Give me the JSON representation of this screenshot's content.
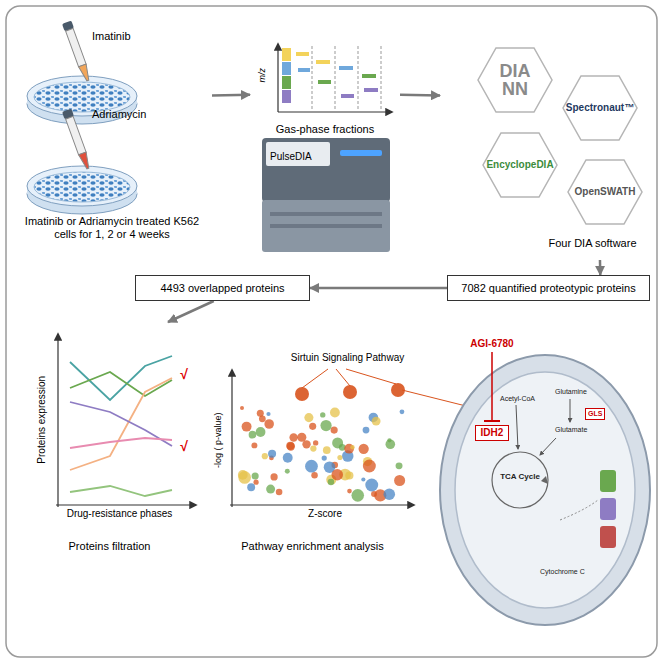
{
  "diagram": {
    "nodes": [
      {
        "text": [
          "Imatinib",
          "Adriamycin",
          "Imatinib or Adriamycin treated K562 cells for 1, 2 or 4 weeks"
        ]
      },
      {
        "text": [
          "Gas-phase fractions",
          "m/z",
          "PulseDIA"
        ]
      },
      {
        "text": [
          "Four DIA software"
        ]
      },
      {
        "text": [
          "DIA NN"
        ],
        "in": 2
      },
      {
        "text": [
          "Spectronaut™"
        ],
        "in": 2
      },
      {
        "text": [
          "EncyclopeDIA"
        ],
        "in": 2
      },
      {
        "text": [
          "OpenSWATH"
        ],
        "in": 2
      },
      {
        "text": [
          "7082 quantified proteotypic proteins"
        ]
      },
      {
        "text": [
          "4493 overlapped proteins"
        ]
      },
      {
        "text": [
          "Proteins expression",
          "Drug-resistance phases",
          "Proteins filtration"
        ]
      },
      {
        "text": [
          "Sirtuin Signaling Pathway",
          "-log ( p-value)",
          "Z-score",
          "Pathway enrichment analysis"
        ]
      },
      {
        "text": [
          "AGI-6780",
          "TCA Cycle",
          "Acetyl-CoA",
          "Glutamine",
          "GLS",
          "Glutamate",
          "IDH2",
          "Cytochrome C"
        ]
      }
    ],
    "edges": [
      {
        "from": 0,
        "to": 1,
        "arrow": "to"
      },
      {
        "from": 1,
        "to": 2,
        "arrow": "to"
      },
      {
        "from": 2,
        "to": 7,
        "arrow": "to"
      },
      {
        "from": 7,
        "to": 8,
        "arrow": "to"
      },
      {
        "from": 8,
        "to": 9,
        "arrow": "to"
      }
    ],
    "labels": [
      "√",
      "√"
    ]
  }
}
